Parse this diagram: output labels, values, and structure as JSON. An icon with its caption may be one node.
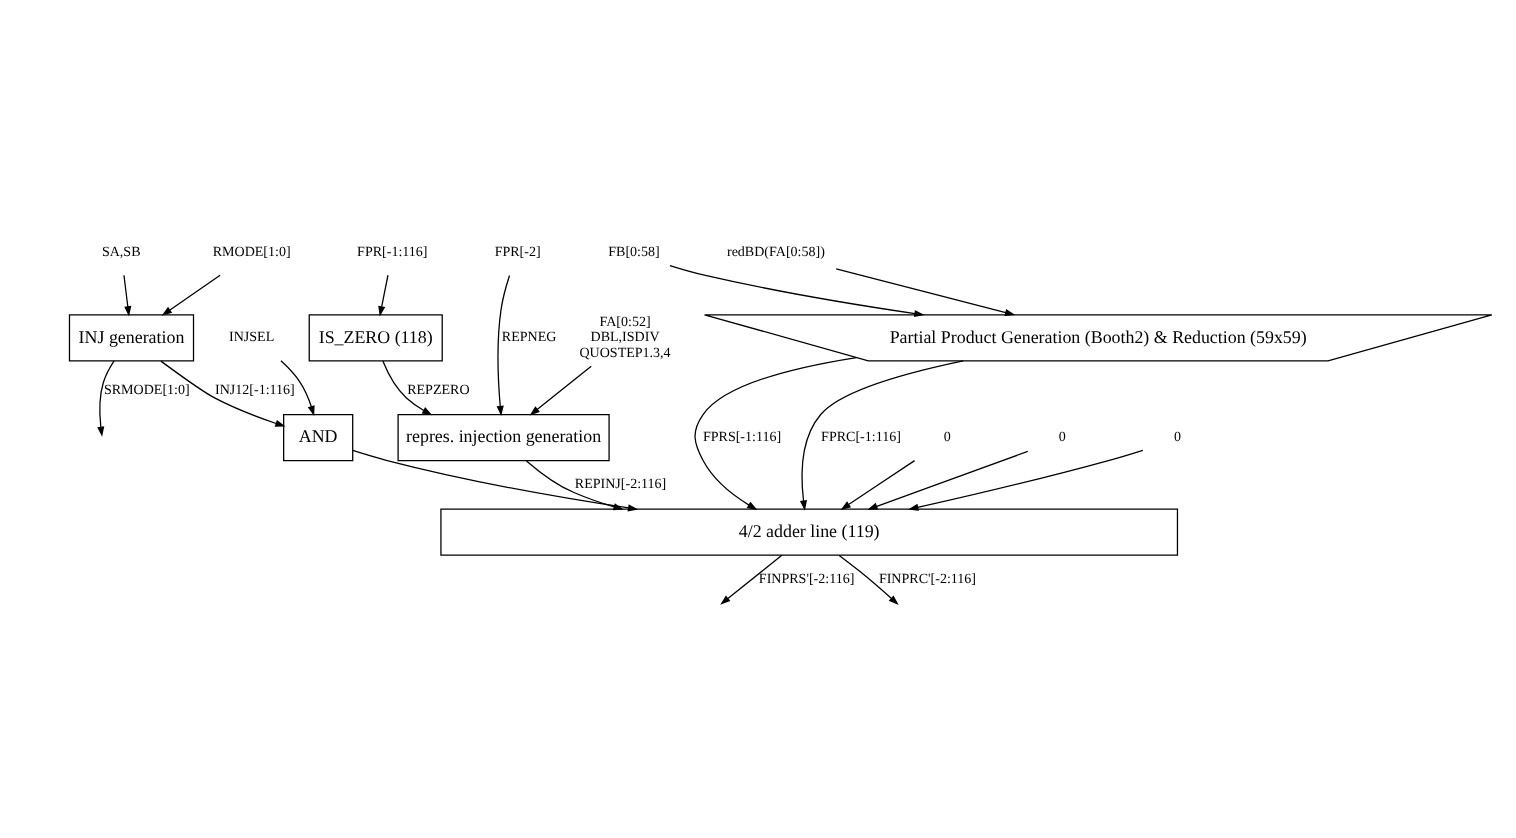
{
  "diagram": {
    "nodes": [
      {
        "text": [
          "SA,SB"
        ]
      },
      {
        "text": [
          "RMODE[1:0]"
        ]
      },
      {
        "text": [
          "FPR[-1:116]"
        ]
      },
      {
        "text": [
          "FPR[-2]"
        ]
      },
      {
        "text": [
          "FB[0:58]"
        ]
      },
      {
        "text": [
          "redBD(FA[0:58])"
        ]
      },
      {
        "text": [
          "INJ generation"
        ]
      },
      {
        "text": [
          "IS_ZERO (118)"
        ]
      },
      {
        "text": [
          "Partial Product Generation (Booth2) & Reduction (59x59)"
        ]
      },
      {
        "text": [
          "INJSEL"
        ]
      },
      {
        "text": [
          "FA[0:52]",
          "DBL,ISDIV",
          "QUOSTEP1.3,4"
        ]
      },
      {
        "text": [
          "AND"
        ]
      },
      {
        "text": [
          "repres. injection generation"
        ]
      },
      {
        "text": [
          "0"
        ]
      },
      {
        "text": [
          "0"
        ]
      },
      {
        "text": [
          "0"
        ]
      },
      {
        "text": [
          "4/2 adder line (119)"
        ]
      }
    ],
    "edges": [
      {
        "from": 0,
        "to": 6,
        "arrow": "to"
      },
      {
        "from": 1,
        "to": 6,
        "arrow": "to"
      },
      {
        "from": 2,
        "to": 7,
        "arrow": "to"
      },
      {
        "from": 4,
        "to": 8,
        "arrow": "to"
      },
      {
        "from": 5,
        "to": 8,
        "arrow": "to"
      },
      {
        "from": 6,
        "to": 11,
        "arrow": "to",
        "label": "INJ12[-1:116]"
      },
      {
        "from": 9,
        "to": 11,
        "arrow": "to"
      },
      {
        "from": 7,
        "to": 12,
        "arrow": "to",
        "label": "REPZERO"
      },
      {
        "from": 10,
        "to": 12,
        "arrow": "to"
      },
      {
        "from": 3,
        "to": 12,
        "arrow": "to",
        "label": "REPNEG"
      },
      {
        "from": 13,
        "to": 16,
        "arrow": "to"
      },
      {
        "from": 11,
        "to": 16,
        "arrow": "to"
      },
      {
        "from": 12,
        "to": 16,
        "arrow": "to",
        "label": "REPINJ[-2:116]"
      },
      {
        "from": 14,
        "to": 16,
        "arrow": "to"
      },
      {
        "from": 8,
        "to": 16,
        "arrow": "to",
        "label": "FPRS[-1:116]"
      },
      {
        "from": 15,
        "to": 16,
        "arrow": "to"
      },
      {
        "from": 8,
        "to": 16,
        "arrow": "to",
        "label": "FPRC[-1:116]"
      },
      {
        "from": 6,
        "to": null,
        "arrow": "to",
        "label": "SRMODE[1:0]"
      },
      {
        "from": 16,
        "to": null,
        "arrow": "to",
        "label": "FINPRS'[-2:116]"
      },
      {
        "from": 16,
        "to": null,
        "arrow": "to",
        "label": "FINPRC'[-2:116]"
      }
    ]
  }
}
